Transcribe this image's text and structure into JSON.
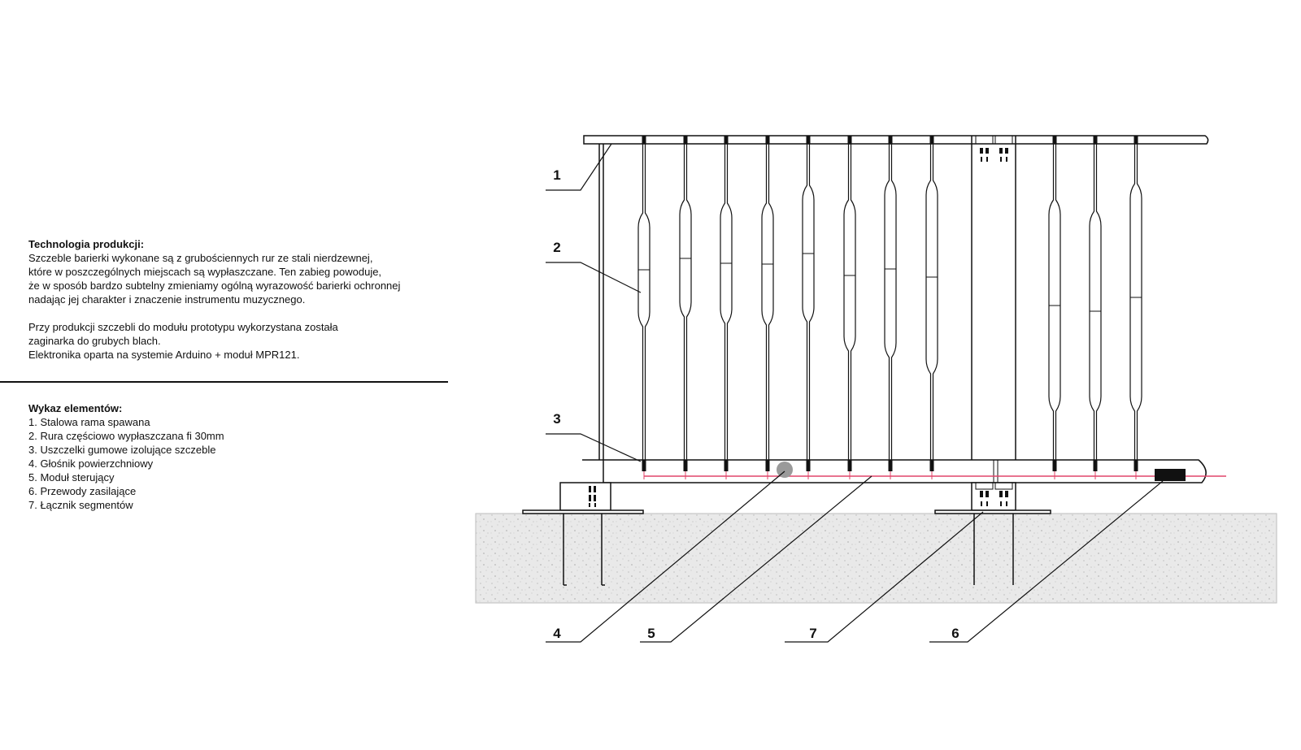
{
  "production": {
    "heading": "Technologia produkcji:",
    "lines": [
      "Szczeble barierki wykonane są z grubościennych rur ze stali nierdzewnej,",
      "które w poszczególnych miejscach są wypłaszczane. Ten zabieg powoduje,",
      "że w sposób bardzo subtelny zmieniamy ogólną wyrazowość barierki ochronnej",
      "nadając jej charakter i znaczenie instrumentu muzycznego."
    ],
    "lines2": [
      "Przy produkcji szczebli do modułu prototypu wykorzystana została",
      "zaginarka do grubych blach.",
      "Elektronika oparta na systemie Arduino + moduł MPR121."
    ]
  },
  "elements": {
    "heading": "Wykaz elementów:",
    "items": [
      "1. Stalowa rama spawana",
      "2. Rura częściowo wypłaszczana fi 30mm",
      "3. Uszczelki gumowe izolujące szczeble",
      "4. Głośnik powierzchniowy",
      "5. Moduł sterujący",
      "6. Przewody zasilające",
      "7. Łącznik segmentów"
    ]
  },
  "callouts": [
    "1",
    "2",
    "3",
    "4",
    "5",
    "7",
    "6"
  ],
  "colors": {
    "line": "#111111",
    "wire": "#e0456a",
    "ground": "#e6e6e6",
    "speaker": "#9a9a9a"
  }
}
